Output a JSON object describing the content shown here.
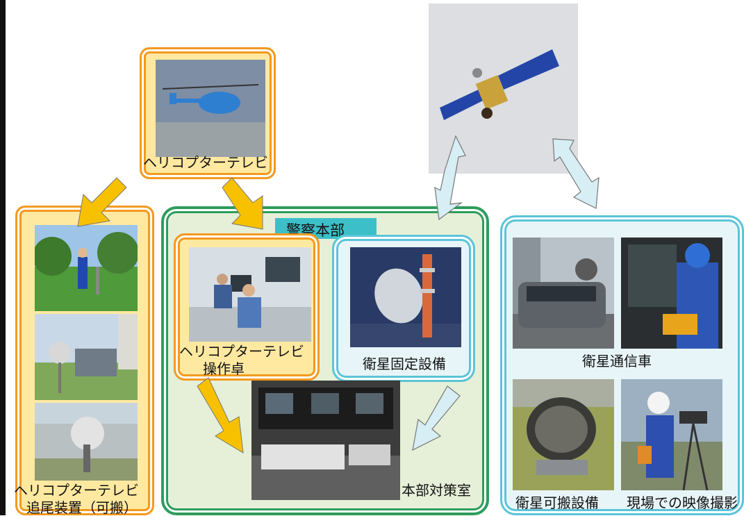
{
  "labels": {
    "heli_tv": "ヘリコプターテレビ",
    "tracking_line1": "ヘリコプターテレビ",
    "tracking_line2": "追尾装置（可搬）",
    "hq": "警察本部",
    "console_line1": "ヘリコプターテレビ",
    "console_line2": "操作卓",
    "sat_fixed": "衛星固定設備",
    "countermeasure_room": "本部対策室",
    "sat_vehicle": "衛星通信車",
    "sat_portable": "衛星可搬設備",
    "onsite_video": "現場での映像撮影"
  },
  "colors": {
    "orange_frame": "#f39a1e",
    "yellow_fill": "#ffe9a0",
    "green_frame": "#2e9d5e",
    "green_fill": "#e6f0d8",
    "cyan_frame": "#5bc4d8",
    "cyan_fill": "#e8f5f8",
    "hq_tag": "#3cbfc8",
    "arrow_yellow": "#f7c100",
    "arrow_blue": "#d6eef4"
  }
}
